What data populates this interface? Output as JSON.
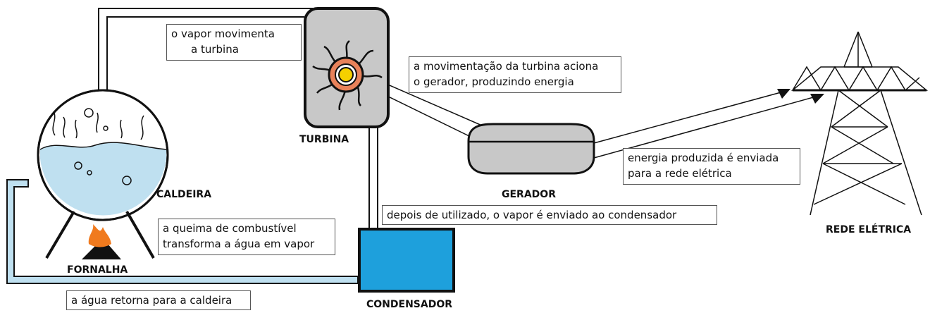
{
  "labels": {
    "caldeira": "CALDEIRA",
    "fornalha": "FORNALHA",
    "turbina": "TURBINA",
    "gerador": "GERADOR",
    "condensador": "CONDENSADOR",
    "rede": "REDE ELÉTRICA"
  },
  "notes": {
    "vapor": {
      "line1": "o vapor movimenta",
      "line2": "a turbina"
    },
    "movimentacao": {
      "line1": "a movimentação da turbina aciona",
      "line2": "o gerador, produzindo energia"
    },
    "energia": {
      "line1": "energia produzida é enviada",
      "line2": "para a rede elétrica"
    },
    "depois": "depois de utilizado, o vapor é enviado ao condensador",
    "queima": {
      "line1": "a queima de combustível",
      "line2": "transforma a água em vapor"
    },
    "agua": "a água retorna para a caldeira"
  },
  "colors": {
    "water": "#bfe0f0",
    "condenser": "#1ea0dc",
    "turbine_body": "#c8c8c8",
    "generator_body": "#c8c8c8",
    "rotor_ring": "#e8825a",
    "rotor_core": "#f5d000",
    "flame": "#f07a1e"
  }
}
